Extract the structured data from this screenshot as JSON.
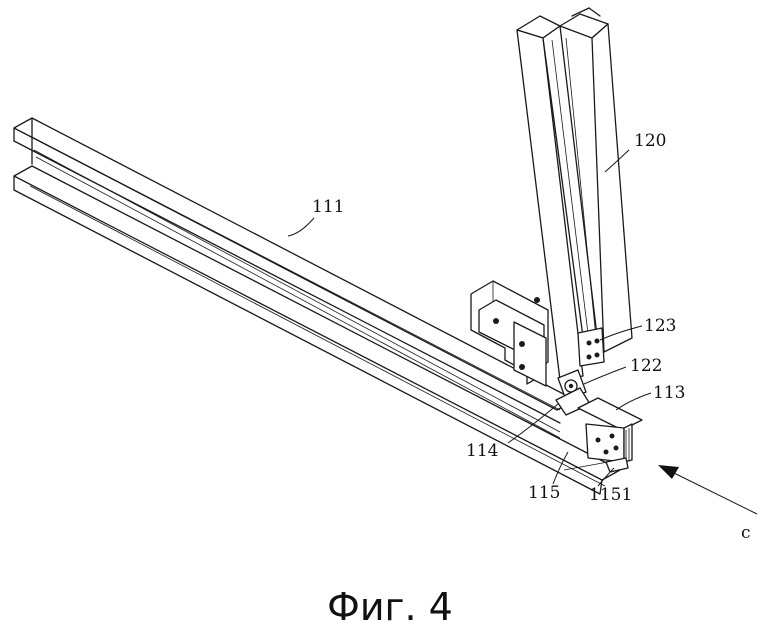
{
  "figure": {
    "caption": "Фиг. 4"
  },
  "labels": {
    "l111": "111",
    "l120": "120",
    "l123": "123",
    "l122": "122",
    "l113": "113",
    "l114": "114",
    "l115": "115",
    "l1151": "1151",
    "lc": "c"
  }
}
